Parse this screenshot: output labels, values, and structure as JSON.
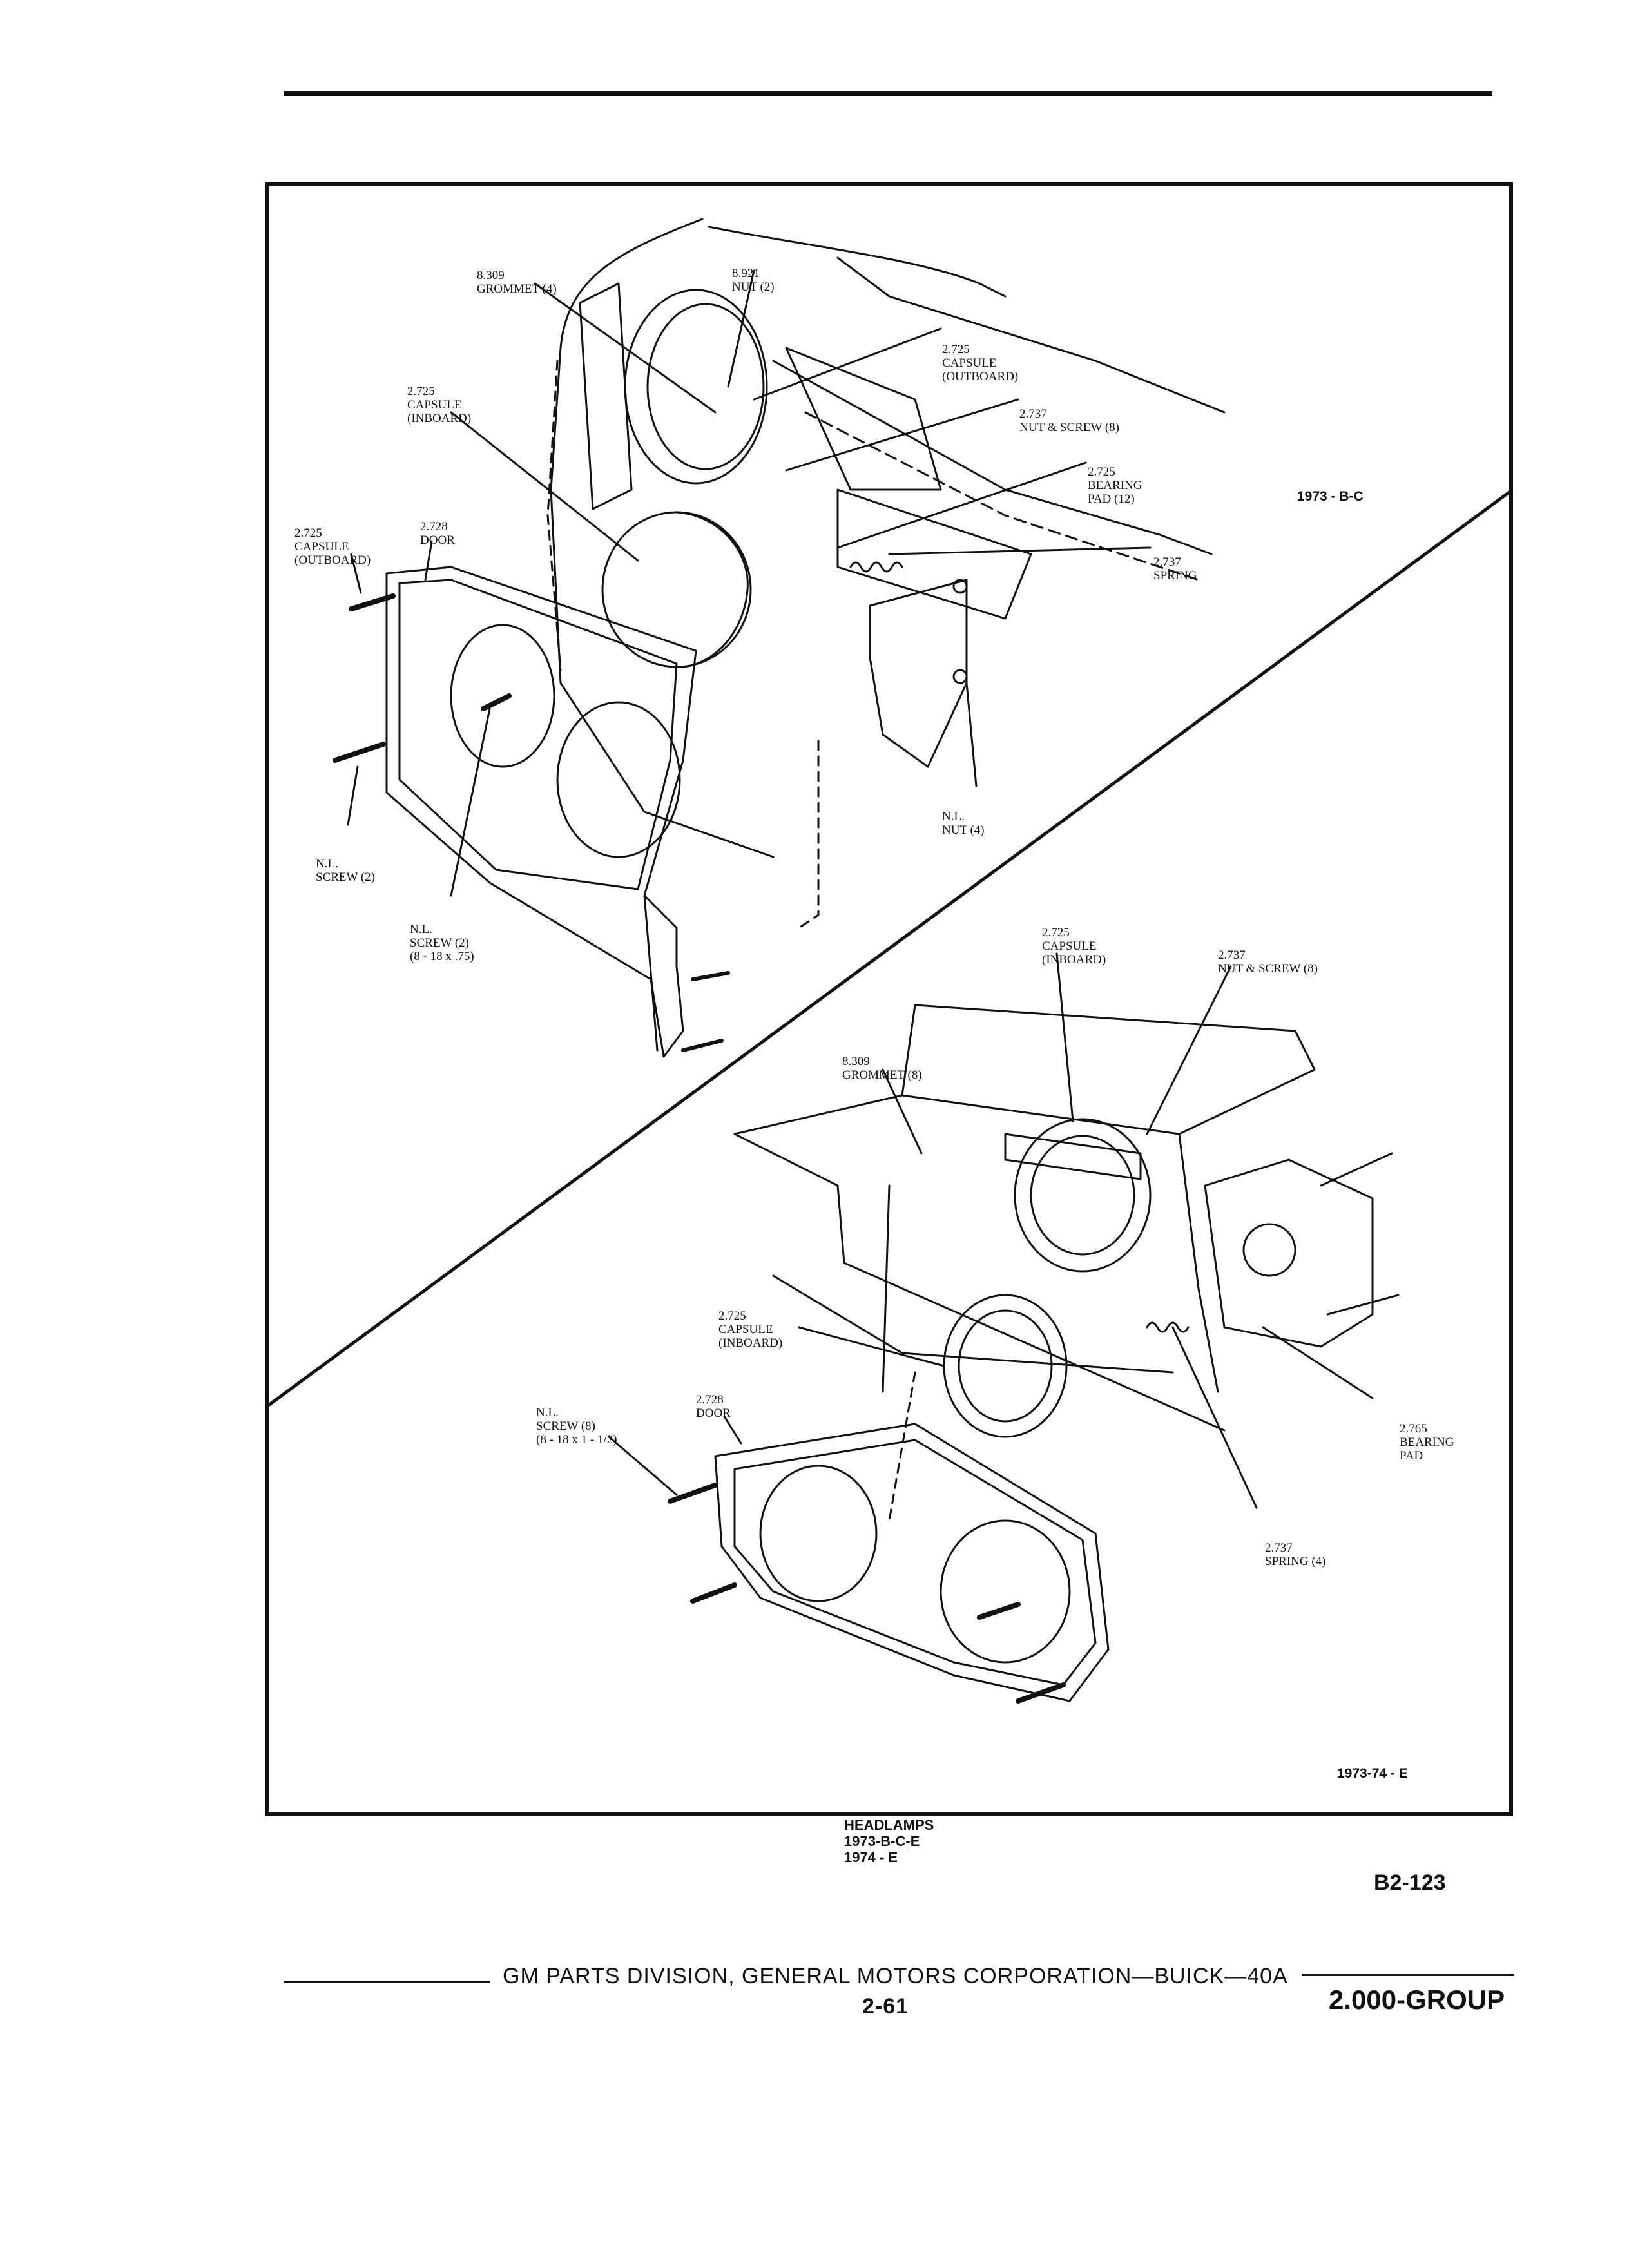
{
  "top_block": {
    "labels": [
      {
        "id": "grommet4",
        "lines": [
          "8.309",
          "GROMMET (4)"
        ]
      },
      {
        "id": "nut2",
        "lines": [
          "8.921",
          "NUT (2)"
        ]
      },
      {
        "id": "capsule_outboard_r",
        "lines": [
          "2.725",
          "CAPSULE",
          "(OUTBOARD)"
        ]
      },
      {
        "id": "capsule_inboard",
        "lines": [
          "2.725",
          "CAPSULE",
          "(INBOARD)"
        ]
      },
      {
        "id": "nut_screw8",
        "lines": [
          "2.737",
          "NUT & SCREW (8)"
        ]
      },
      {
        "id": "bearing_pad12",
        "lines": [
          "2.725",
          "BEARING",
          "PAD (12)"
        ]
      },
      {
        "id": "capsule_outboard_l",
        "lines": [
          "2.725",
          "CAPSULE",
          "(OUTBOARD)"
        ]
      },
      {
        "id": "door",
        "lines": [
          "2.728",
          "DOOR"
        ]
      },
      {
        "id": "spring",
        "lines": [
          "2.737",
          "SPRING"
        ]
      },
      {
        "id": "nl_nut4",
        "lines": [
          "N.L.",
          "NUT (4)"
        ]
      },
      {
        "id": "nl_screw2",
        "lines": [
          "N.L.",
          "SCREW (2)"
        ]
      },
      {
        "id": "nl_screw2_size",
        "lines": [
          "N.L.",
          "SCREW (2)",
          "(8 - 18 x .75)"
        ]
      }
    ],
    "model_tag": "1973 - B-C"
  },
  "bottom_block": {
    "labels": [
      {
        "id": "capsule_inboard_top",
        "lines": [
          "2.725",
          "CAPSULE",
          "(INBOARD)"
        ]
      },
      {
        "id": "nut_screw8",
        "lines": [
          "2.737",
          "NUT & SCREW (8)"
        ]
      },
      {
        "id": "grommet8",
        "lines": [
          "8.309",
          "GROMMET (8)"
        ]
      },
      {
        "id": "capsule_inboard_low",
        "lines": [
          "2.725",
          "CAPSULE",
          "(INBOARD)"
        ]
      },
      {
        "id": "door",
        "lines": [
          "2.728",
          "DOOR"
        ]
      },
      {
        "id": "nl_screw8",
        "lines": [
          "N.L.",
          "SCREW (8)",
          "(8 - 18 x 1 - 1/2)"
        ]
      },
      {
        "id": "bearing_pad",
        "lines": [
          "2.765",
          "BEARING",
          "PAD"
        ]
      },
      {
        "id": "spring4",
        "lines": [
          "2.737",
          "SPRING (4)"
        ]
      }
    ],
    "model_tag": "1973-74 - E"
  },
  "caption": [
    "HEADLAMPS",
    "1973-B-C-E",
    "1974 - E"
  ],
  "page_code": "B2-123",
  "footer": {
    "publisher": "GM PARTS DIVISION, GENERAL MOTORS CORPORATION—BUICK—40A",
    "page_number": "2-61",
    "group": "2.000-GROUP"
  }
}
